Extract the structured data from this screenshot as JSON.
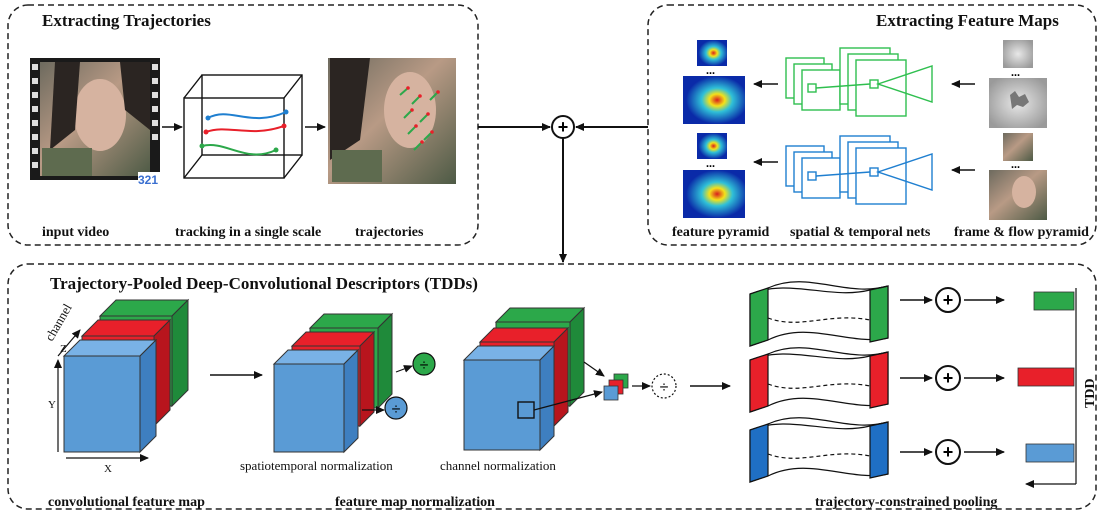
{
  "panels": {
    "trajectories": {
      "title": "Extracting Trajectories",
      "input_video": "input video",
      "tracking": "tracking in a single scale",
      "trajectories": "trajectories",
      "video_badge": "321"
    },
    "feature_maps": {
      "title": "Extracting Feature Maps",
      "feature_pyramid": "feature pyramid",
      "nets": "spatial & temporal nets",
      "frame_flow": "frame & flow pyramid",
      "ellipsis": "..."
    },
    "tdd": {
      "title": "Trajectory-Pooled Deep-Convolutional Descriptors (TDDs)",
      "axis_channel": "channel",
      "axis_z": "Z",
      "axis_y": "Y",
      "axis_x": "X",
      "conv_map": "convolutional feature map",
      "spatio_norm": "spatiotemporal normalization",
      "channel_norm": "channel normalization",
      "fm_norm": "feature map normalization",
      "pooling": "trajectory-constrained pooling",
      "tdd_label": "TDD"
    }
  },
  "symbols": {
    "plus": "+",
    "divide": "÷"
  },
  "colors": {
    "blue": "#5a9bd5",
    "red": "#e8202a",
    "green": "#2ca84a",
    "net_green": "#2fbf4f",
    "net_blue": "#1f7fd0"
  }
}
